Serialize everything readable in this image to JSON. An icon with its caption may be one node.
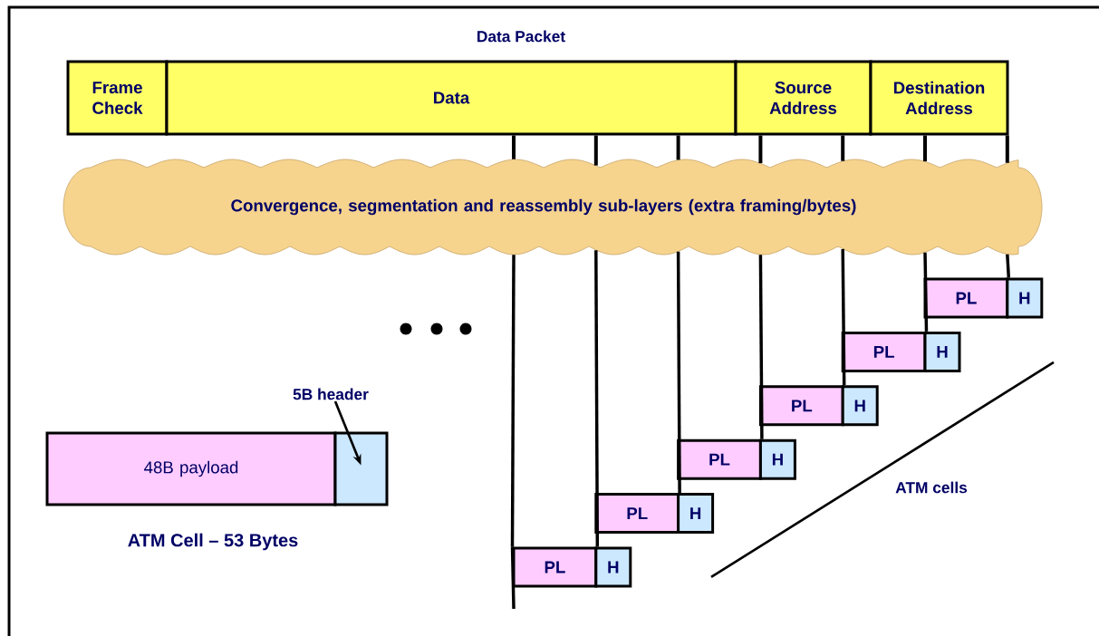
{
  "diagram": {
    "nodes": [
      {
        "text": [
          "Frame Check"
        ]
      },
      {
        "text": [
          "Data"
        ]
      },
      {
        "text": [
          "Source Address"
        ]
      },
      {
        "text": [
          "Destination Address"
        ]
      },
      {
        "text": [
          "Convergence, segmentation and reassembly sub-layers (extra framing/bytes)"
        ]
      },
      {
        "text": [
          "PL"
        ]
      },
      {
        "text": [
          "H"
        ]
      },
      {
        "text": [
          "PL"
        ]
      },
      {
        "text": [
          "H"
        ]
      },
      {
        "text": [
          "PL"
        ]
      },
      {
        "text": [
          "H"
        ]
      },
      {
        "text": [
          "PL"
        ]
      },
      {
        "text": [
          "H"
        ]
      },
      {
        "text": [
          "PL"
        ]
      },
      {
        "text": [
          "H"
        ]
      },
      {
        "text": [
          "PL"
        ]
      },
      {
        "text": [
          "H"
        ]
      },
      {
        "text": [
          "5B header"
        ]
      },
      {
        "text": [
          "48B payload"
        ]
      },
      {
        "text": [],
        "shape": "box"
      }
    ],
    "edges": [
      {
        "from": 1,
        "to": 4,
        "arrow": "none"
      },
      {
        "from": 1,
        "to": 4,
        "arrow": "none"
      },
      {
        "from": 1,
        "to": 4,
        "arrow": "none"
      },
      {
        "from": 2,
        "to": 4,
        "arrow": "none"
      },
      {
        "from": 2,
        "to": 4,
        "arrow": "none"
      },
      {
        "from": 3,
        "to": 4,
        "arrow": "none"
      },
      {
        "from": 3,
        "to": 4,
        "arrow": "none"
      },
      {
        "from": 4,
        "to": 15,
        "arrow": "none"
      },
      {
        "from": 4,
        "to": 15,
        "arrow": "none"
      },
      {
        "from": 4,
        "to": 13,
        "arrow": "none"
      },
      {
        "from": 4,
        "to": 11,
        "arrow": "none"
      },
      {
        "from": 4,
        "to": 9,
        "arrow": "none"
      },
      {
        "from": 4,
        "to": 7,
        "arrow": "none"
      },
      {
        "from": 4,
        "to": 5,
        "arrow": "none"
      },
      {
        "from": 17,
        "to": 19,
        "arrow": "to"
      }
    ],
    "labels": [
      "Data Packet",
      "ATM Cell – 53 Bytes",
      "ATM cells"
    ]
  }
}
